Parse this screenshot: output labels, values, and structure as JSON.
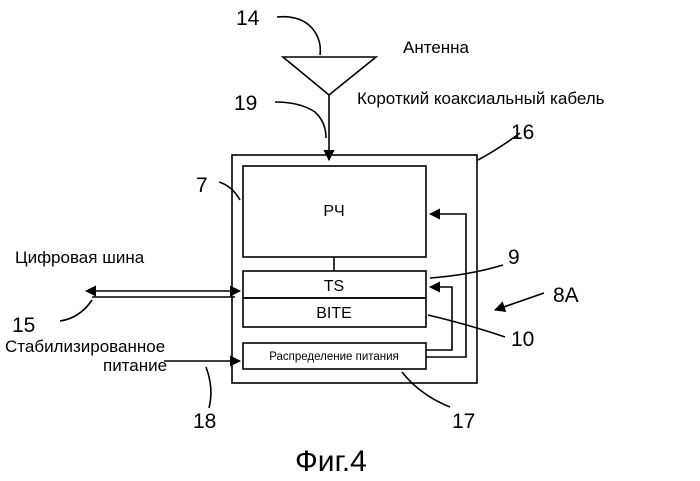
{
  "labels": {
    "antenna": "Антенна",
    "coax_cable": "Короткий коаксиальный кабель",
    "digital_bus": "Цифровая шина",
    "stabilized_power_line1": "Стабилизированное",
    "stabilized_power_line2": "питание",
    "figure_caption": "Фиг.4"
  },
  "blocks": {
    "rf": "РЧ",
    "ts": "TS",
    "bite": "BITE",
    "power_distribution": "Распределение питания"
  },
  "refs": {
    "r14": "14",
    "r19": "19",
    "r16": "16",
    "r7": "7",
    "r9": "9",
    "r8a": "8A",
    "r15": "15",
    "r10": "10",
    "r18": "18",
    "r17": "17"
  }
}
